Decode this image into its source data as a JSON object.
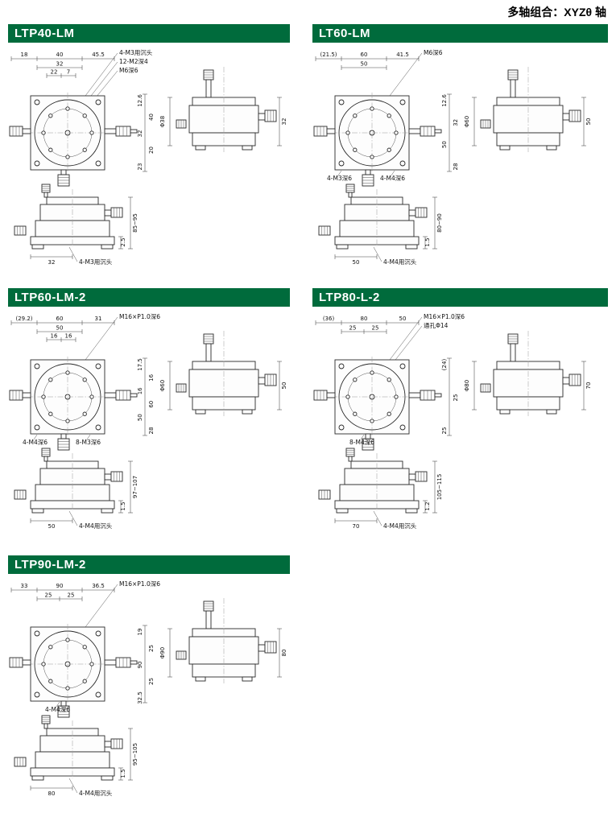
{
  "page_title": "多轴组合：XYZθ 轴",
  "colors": {
    "header_bar": "#006b3c",
    "header_text": "#ffffff"
  },
  "sections": [
    {
      "id": "ltp40-lm",
      "title": "LTP40-LM",
      "plan": {
        "top_dims": [
          "18",
          "40",
          "45.5"
        ],
        "mid_dims": [
          "32"
        ],
        "inner_dims": [
          "22",
          "7"
        ],
        "notes": [
          "4-M3用沉头",
          "12-M2深4",
          "M6深6"
        ],
        "right_dims": [
          "12.6",
          "40",
          "32",
          "20",
          "23"
        ],
        "bottom_notes": []
      },
      "side": {
        "dia": "Φ38",
        "height": "32"
      },
      "front": {
        "range": "85~95",
        "plate": "2.5",
        "width": "32",
        "note": "4-M3用沉头"
      }
    },
    {
      "id": "lt60-lm",
      "title": "LT60-LM",
      "plan": {
        "top_dims": [
          "(21.5)",
          "60",
          "41.5"
        ],
        "mid_dims": [
          "50"
        ],
        "inner_dims": [],
        "notes": [
          "M6深6"
        ],
        "right_dims": [
          "12.6",
          "32",
          "50",
          "28"
        ],
        "bottom_notes": [
          "4-M3深6",
          "4-M4深6"
        ]
      },
      "side": {
        "dia": "Φ60",
        "height": "50"
      },
      "front": {
        "range": "80~90",
        "plate": "1.5",
        "width": "50",
        "note": "4-M4用沉头"
      }
    },
    {
      "id": "ltp60-lm-2",
      "title": "LTP60-LM-2",
      "plan": {
        "top_dims": [
          "(29.2)",
          "60",
          "31"
        ],
        "mid_dims": [
          "50"
        ],
        "inner_dims": [
          "16",
          "16"
        ],
        "notes": [
          "M16×P1.0深6"
        ],
        "right_dims": [
          "17.5",
          "16",
          "16",
          "60",
          "50",
          "28"
        ],
        "bottom_notes": [
          "4-M4深6",
          "8-M3深6"
        ]
      },
      "side": {
        "dia": "Φ60",
        "height": "50"
      },
      "front": {
        "range": "97~107",
        "plate": "1.5",
        "width": "50",
        "note": "4-M4用沉头"
      }
    },
    {
      "id": "ltp80-l-2",
      "title": "LTP80-L-2",
      "plan": {
        "top_dims": [
          "(36)",
          "80",
          "50"
        ],
        "mid_dims": [
          "25",
          "25"
        ],
        "inner_dims": [],
        "notes": [
          "M16×P1.0深6",
          "通孔Φ14"
        ],
        "right_dims": [
          "(24)",
          "25",
          "25"
        ],
        "bottom_notes": [
          "8-M4深6"
        ]
      },
      "side": {
        "dia": "Φ80",
        "height": "70"
      },
      "front": {
        "range": "105~115",
        "plate": "1.2",
        "width": "70",
        "note": "4-M4用沉头"
      }
    },
    {
      "id": "ltp90-lm-2",
      "title": "LTP90-LM-2",
      "plan": {
        "top_dims": [
          "33",
          "90",
          "36.5"
        ],
        "mid_dims": [
          "25",
          "25"
        ],
        "inner_dims": [],
        "notes": [
          "M16×P1.0深6"
        ],
        "right_dims": [
          "19",
          "25",
          "90",
          "25",
          "32.5"
        ],
        "bottom_notes": [
          "4-M4深6"
        ]
      },
      "side": {
        "dia": "Φ90",
        "height": "80"
      },
      "front": {
        "range": "95~105",
        "plate": "1.5",
        "width": "80",
        "note": "4-M4用沉头"
      }
    }
  ]
}
